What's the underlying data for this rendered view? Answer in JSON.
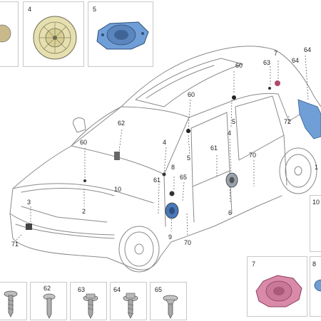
{
  "colors": {
    "accent_blue": "#6f9fd6",
    "accent_pink": "#d98aa8",
    "accent_beige": "#e6dfb0",
    "outline": "#777777"
  },
  "insets": {
    "top": [
      {
        "num": "4",
        "icon": "tweeter-speaker-icon"
      },
      {
        "num": "5",
        "icon": "blue-speaker-icon"
      }
    ],
    "right": [
      {
        "num": "10"
      },
      {
        "num": "7",
        "icon": "pink-speaker-icon"
      },
      {
        "num": "8"
      }
    ],
    "bottom": [
      {
        "num": "62",
        "icon": "screw-icon"
      },
      {
        "num": "63",
        "icon": "screw-icon"
      },
      {
        "num": "64",
        "icon": "screw-icon"
      },
      {
        "num": "65",
        "icon": "screw-icon"
      }
    ]
  },
  "callouts": [
    {
      "id": "c-7",
      "text": "7"
    },
    {
      "id": "c-64a",
      "text": "64"
    },
    {
      "id": "c-63",
      "text": "63"
    },
    {
      "id": "c-64b",
      "text": "64"
    },
    {
      "id": "c-60a",
      "text": "60"
    },
    {
      "id": "c-60b",
      "text": "60"
    },
    {
      "id": "c-5a",
      "text": "5"
    },
    {
      "id": "c-62",
      "text": "62"
    },
    {
      "id": "c-72",
      "text": "72"
    },
    {
      "id": "c-60c",
      "text": "60"
    },
    {
      "id": "c-4",
      "text": "4"
    },
    {
      "id": "c-1",
      "text": "1"
    },
    {
      "id": "c-61a",
      "text": "61"
    },
    {
      "id": "c-70a",
      "text": "70"
    },
    {
      "id": "c-5b",
      "text": "5"
    },
    {
      "id": "c-10",
      "text": "10"
    },
    {
      "id": "c-8",
      "text": "8"
    },
    {
      "id": "c-65",
      "text": "65"
    },
    {
      "id": "c-61b",
      "text": "61"
    },
    {
      "id": "c-2",
      "text": "2"
    },
    {
      "id": "c-3",
      "text": "3"
    },
    {
      "id": "c-6",
      "text": "6"
    },
    {
      "id": "c-71",
      "text": "71"
    },
    {
      "id": "c-9",
      "text": "9"
    },
    {
      "id": "c-70b",
      "text": "70"
    }
  ]
}
